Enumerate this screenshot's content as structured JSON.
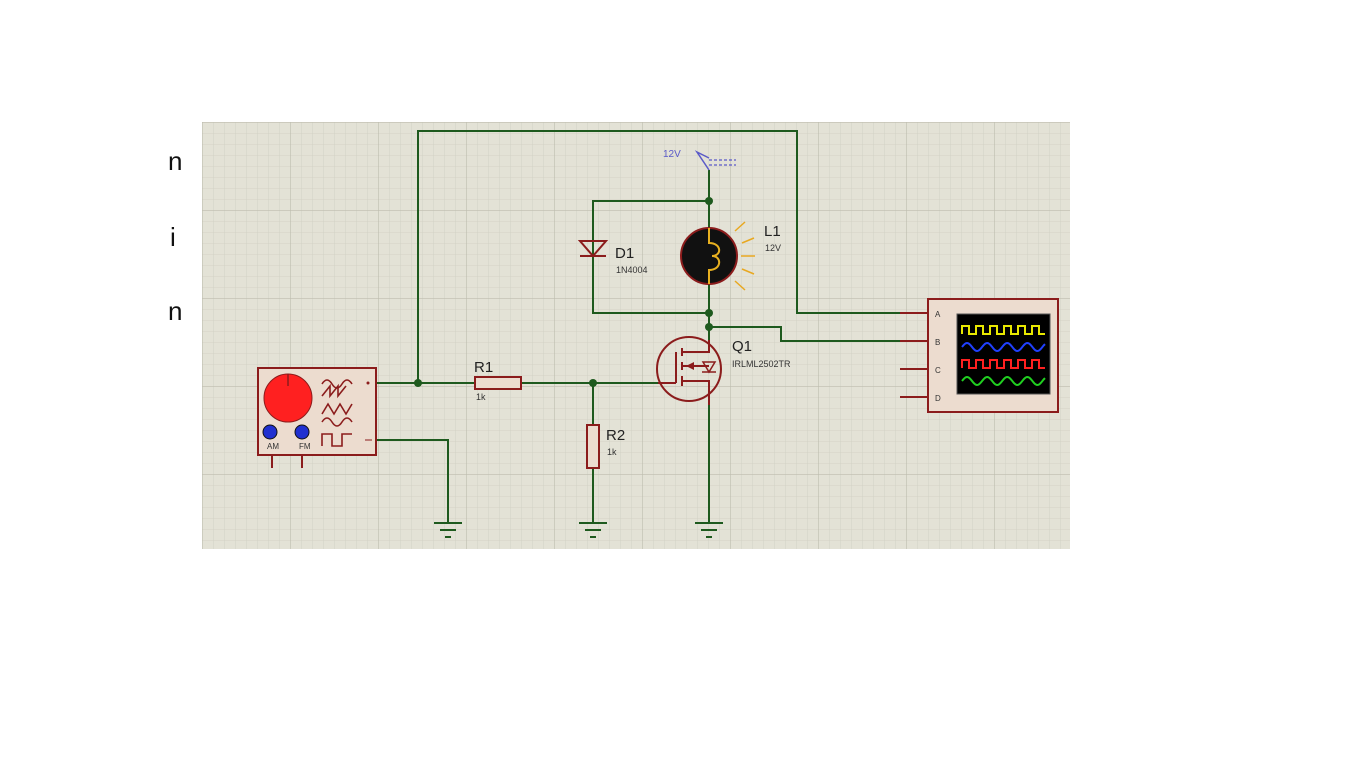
{
  "side_letters": [
    "n",
    "i",
    "n"
  ],
  "supply": {
    "label": "12V"
  },
  "components": {
    "d1": {
      "ref": "D1",
      "value": "1N4004"
    },
    "l1": {
      "ref": "L1",
      "value": "12V"
    },
    "q1": {
      "ref": "Q1",
      "value": "IRLML2502TR"
    },
    "r1": {
      "ref": "R1",
      "value": "1k"
    },
    "r2": {
      "ref": "R2",
      "value": "1k"
    }
  },
  "generator": {
    "knob_labels": [
      "AM",
      "FM"
    ]
  },
  "oscilloscope": {
    "channels": [
      "A",
      "B",
      "C",
      "D"
    ],
    "trace_colors": [
      "#e8e800",
      "#2040ff",
      "#ff2020",
      "#20d020"
    ]
  },
  "colors": {
    "grid_bg": "#e3e2d6",
    "grid_line": "#c9c8ba",
    "wire": "#1e5a1e",
    "component": "#8b1c1c",
    "instrument_bg": "#ecdccf"
  }
}
